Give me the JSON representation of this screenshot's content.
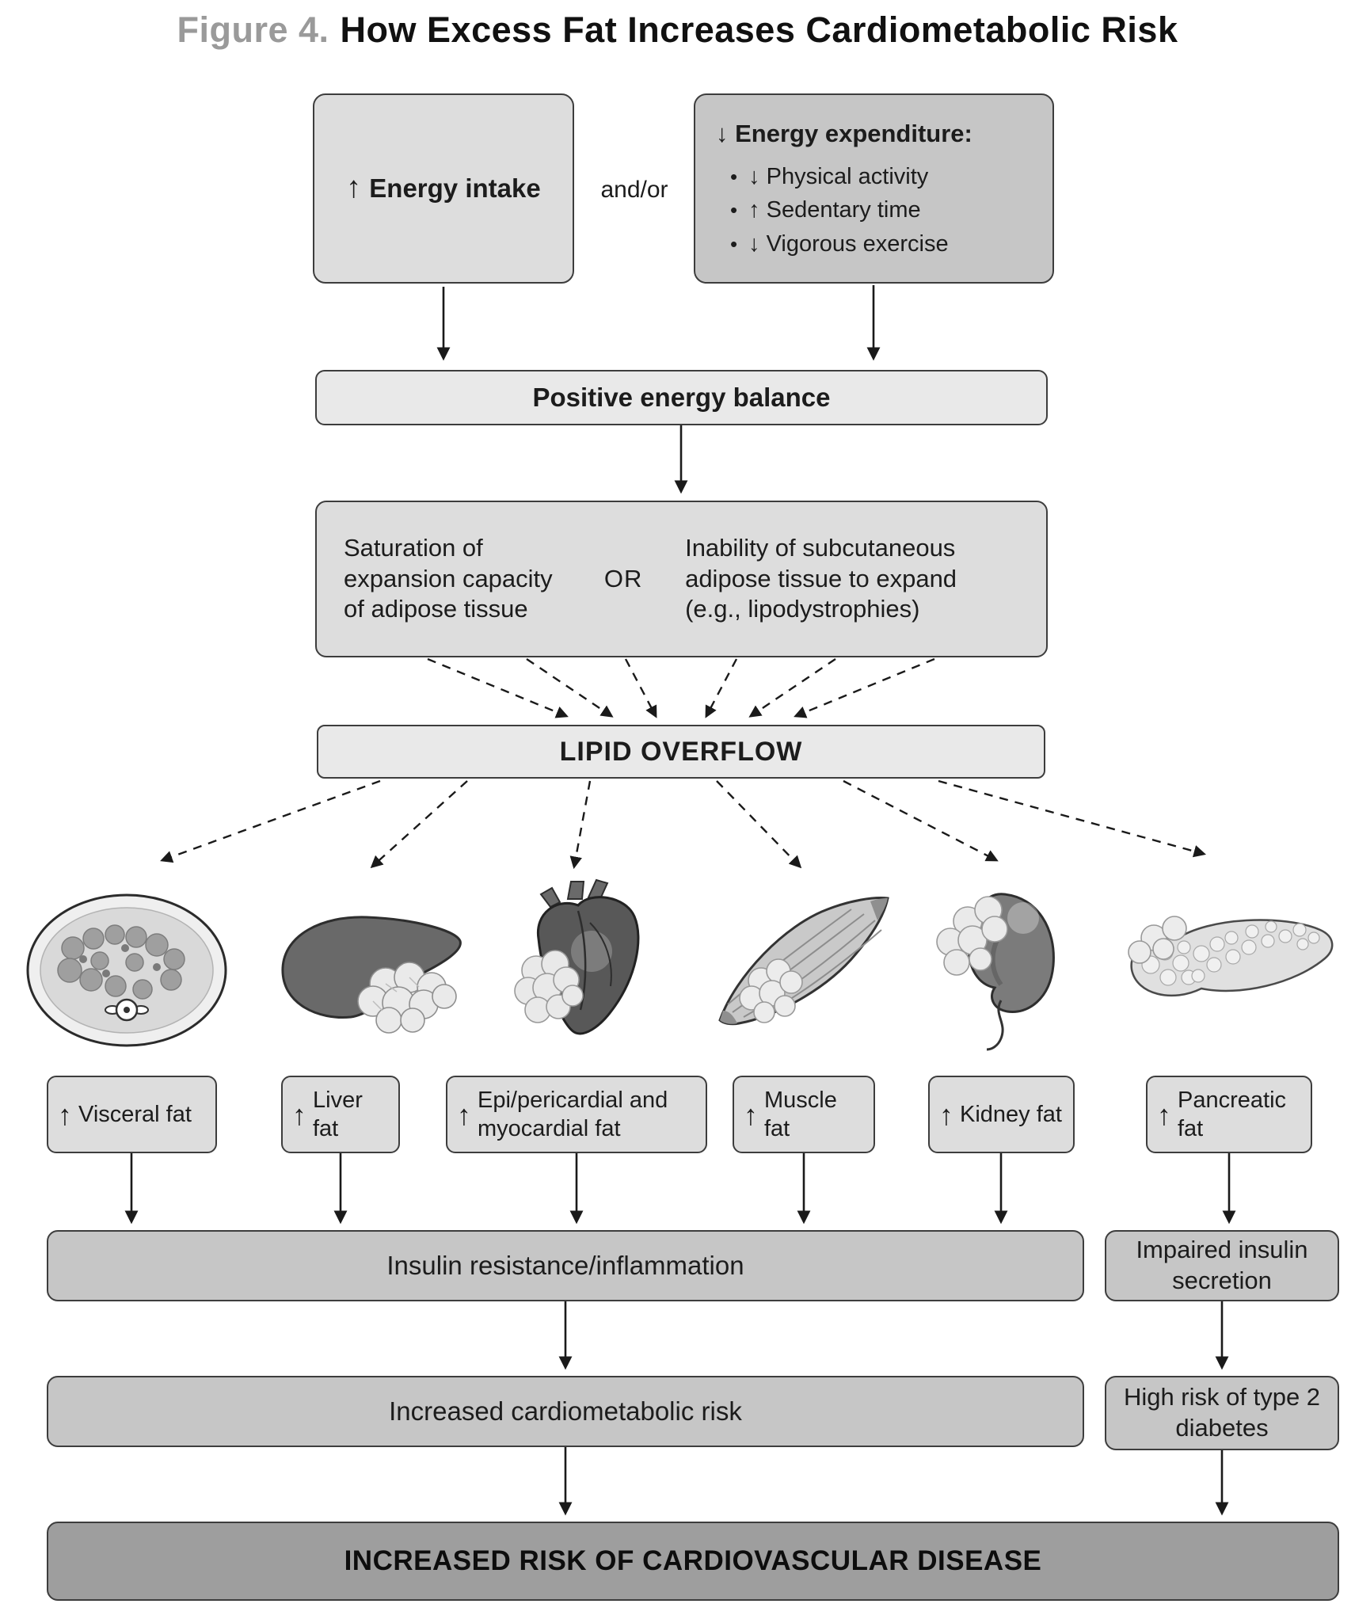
{
  "title": {
    "figure_label": "Figure 4.",
    "heading": "How Excess Fat Increases Cardiometabolic Risk"
  },
  "inputs": {
    "energy_intake": {
      "arrow": "↑",
      "label": "Energy intake"
    },
    "connector": "and/or",
    "energy_expenditure": {
      "arrow": "↓",
      "header": "Energy expenditure:",
      "items": [
        {
          "arrow": "↓",
          "label": "Physical activity"
        },
        {
          "arrow": "↑",
          "label": "Sedentary time"
        },
        {
          "arrow": "↓",
          "label": "Vigorous exercise"
        }
      ]
    }
  },
  "flow": {
    "positive_energy_balance": "Positive energy balance",
    "saturation_left": "Saturation of expansion capacity of adipose tissue",
    "or": "OR",
    "saturation_right": "Inability of subcutaneous adipose tissue to expand (e.g., lipodystrophies)",
    "lipid_overflow": "LIPID OVERFLOW"
  },
  "organs": [
    {
      "illustration": "abdominal-cross-section",
      "arrow": "↑",
      "label": "Visceral fat"
    },
    {
      "illustration": "liver",
      "arrow": "↑",
      "label": "Liver fat"
    },
    {
      "illustration": "heart",
      "arrow": "↑",
      "label": "Epi/pericardial and myocardial fat"
    },
    {
      "illustration": "skeletal-muscle",
      "arrow": "↑",
      "label": "Muscle fat"
    },
    {
      "illustration": "kidney",
      "arrow": "↑",
      "label": "Kidney fat"
    },
    {
      "illustration": "pancreas",
      "arrow": "↑",
      "label": "Pancreatic fat"
    }
  ],
  "outcomes": {
    "insulin_resistance": "Insulin resistance/inflammation",
    "impaired_insulin_secretion": "Impaired insulin secretion",
    "cardiometabolic_risk": "Increased cardiometabolic risk",
    "type2_diabetes": "High risk of type 2 diabetes",
    "final": "INCREASED RISK OF CARDIOVASCULAR DISEASE"
  },
  "colors": {
    "box_light": "#dddddd",
    "box_lighter": "#e9e9e9",
    "box_mid": "#c6c6c6",
    "box_dark": "#9e9e9e",
    "line": "#1a1a1a",
    "figure_label_gray": "#9a9a9a"
  }
}
